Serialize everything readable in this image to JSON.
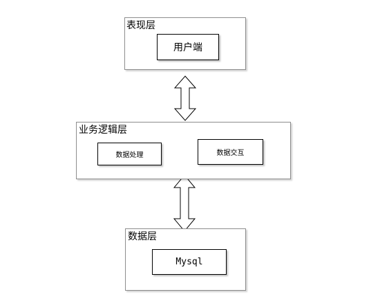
{
  "diagram": {
    "layers": [
      {
        "label": "表现层",
        "items": [
          "用户端"
        ]
      },
      {
        "label": "业务逻辑层",
        "items": [
          "数据处理",
          "数据交互"
        ]
      },
      {
        "label": "数据层",
        "items": [
          "Mysql"
        ]
      }
    ],
    "colors": {
      "box_border": "#8c8c8c",
      "inner_border": "#000000",
      "arrow_stroke": "#000000",
      "arrow_fill": "#ffffff"
    }
  }
}
